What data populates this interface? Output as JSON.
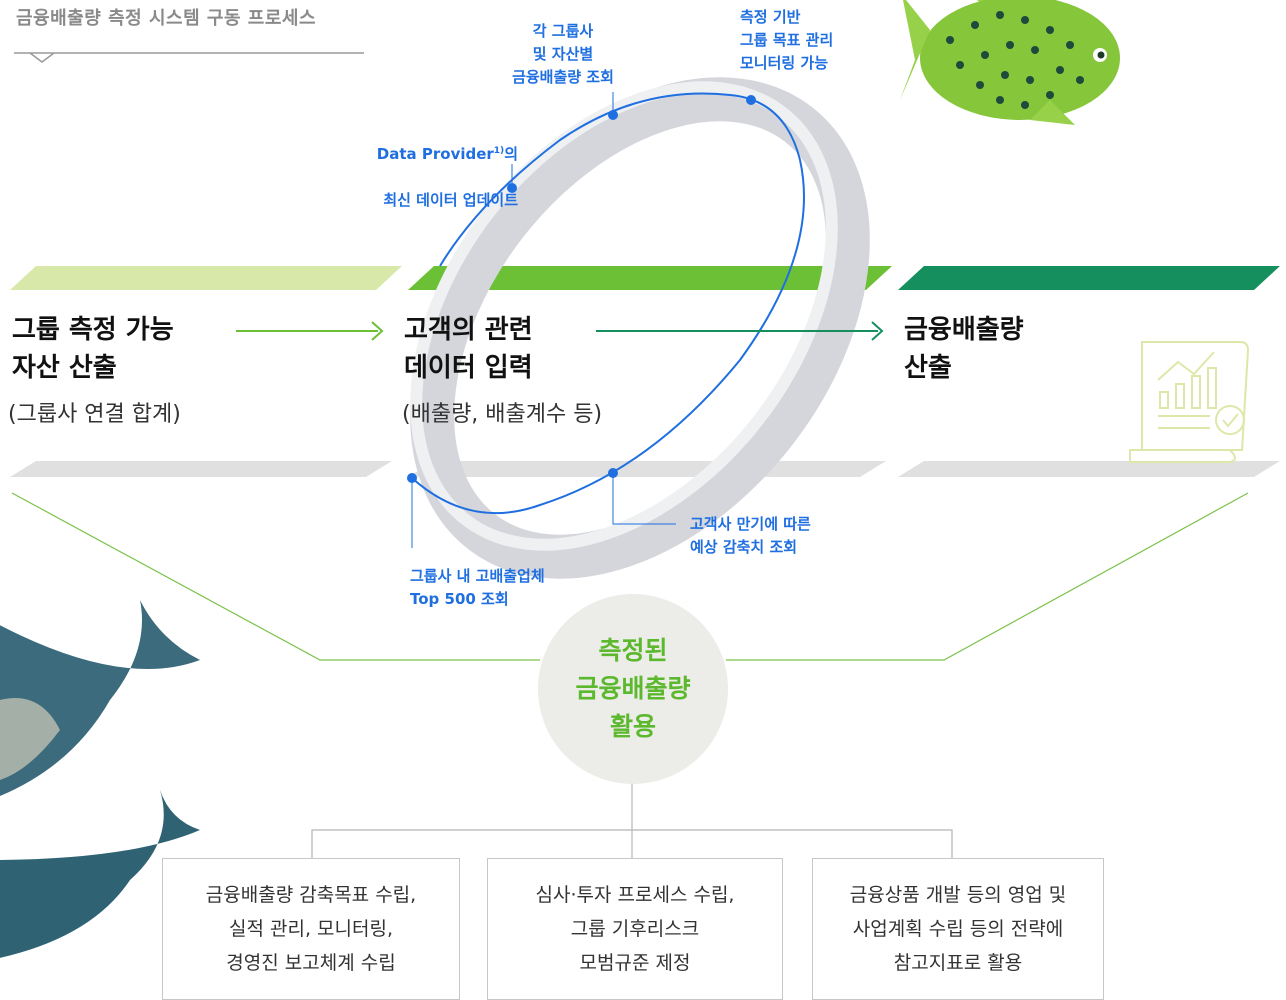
{
  "header": {
    "title": "금융배출량 측정 시스템 구동 프로세스"
  },
  "stages": [
    {
      "title": "그룹 측정 가능\n자산 산출",
      "subtitle": "(그룹사 연결 합계)"
    },
    {
      "title": "고객의 관련\n데이터 입력",
      "subtitle": "(배출량, 배출계수 등)"
    },
    {
      "title": "금융배출량\n산출",
      "subtitle": ""
    }
  ],
  "cycle_points": [
    {
      "label": "각 그룹사\n및 자산별\n금융배출량 조회"
    },
    {
      "label": "측정 기반\n그룹 목표 관리\n모니터링 가능"
    },
    {
      "label_main": "Data Provider",
      "label_sup": "1)",
      "label_tail": "의",
      "label_line2": "최신 데이터 업데이트"
    },
    {
      "label": "고객사 만기에 따른\n예상 감축치 조회"
    },
    {
      "label": "그룹사 내 고배출업체\nTop 500 조회"
    }
  ],
  "center": {
    "label": "측정된\n금융배출량\n활용"
  },
  "uses": [
    {
      "text": "금융배출량 감축목표 수립,\n실적 관리, 모니터링,\n경영진 보고체계 수립"
    },
    {
      "text": "심사·투자 프로세스 수립,\n그룹 기후리스크\n모범규준 제정"
    },
    {
      "text": "금융상품 개발 등의 영업 및\n사업계획 수립 등의 전략에\n참고지표로 활용"
    }
  ],
  "colors": {
    "light_green": "#d8e8a8",
    "green": "#6cc035",
    "dark_green": "#158f5e",
    "gray_band": "#e0e0e0",
    "ring": "#d4d6db",
    "blue": "#1f6fe0",
    "center_text": "#5cb82c"
  },
  "icons": [
    "fish-illustration",
    "whale-illustration",
    "report-chart-icon"
  ]
}
